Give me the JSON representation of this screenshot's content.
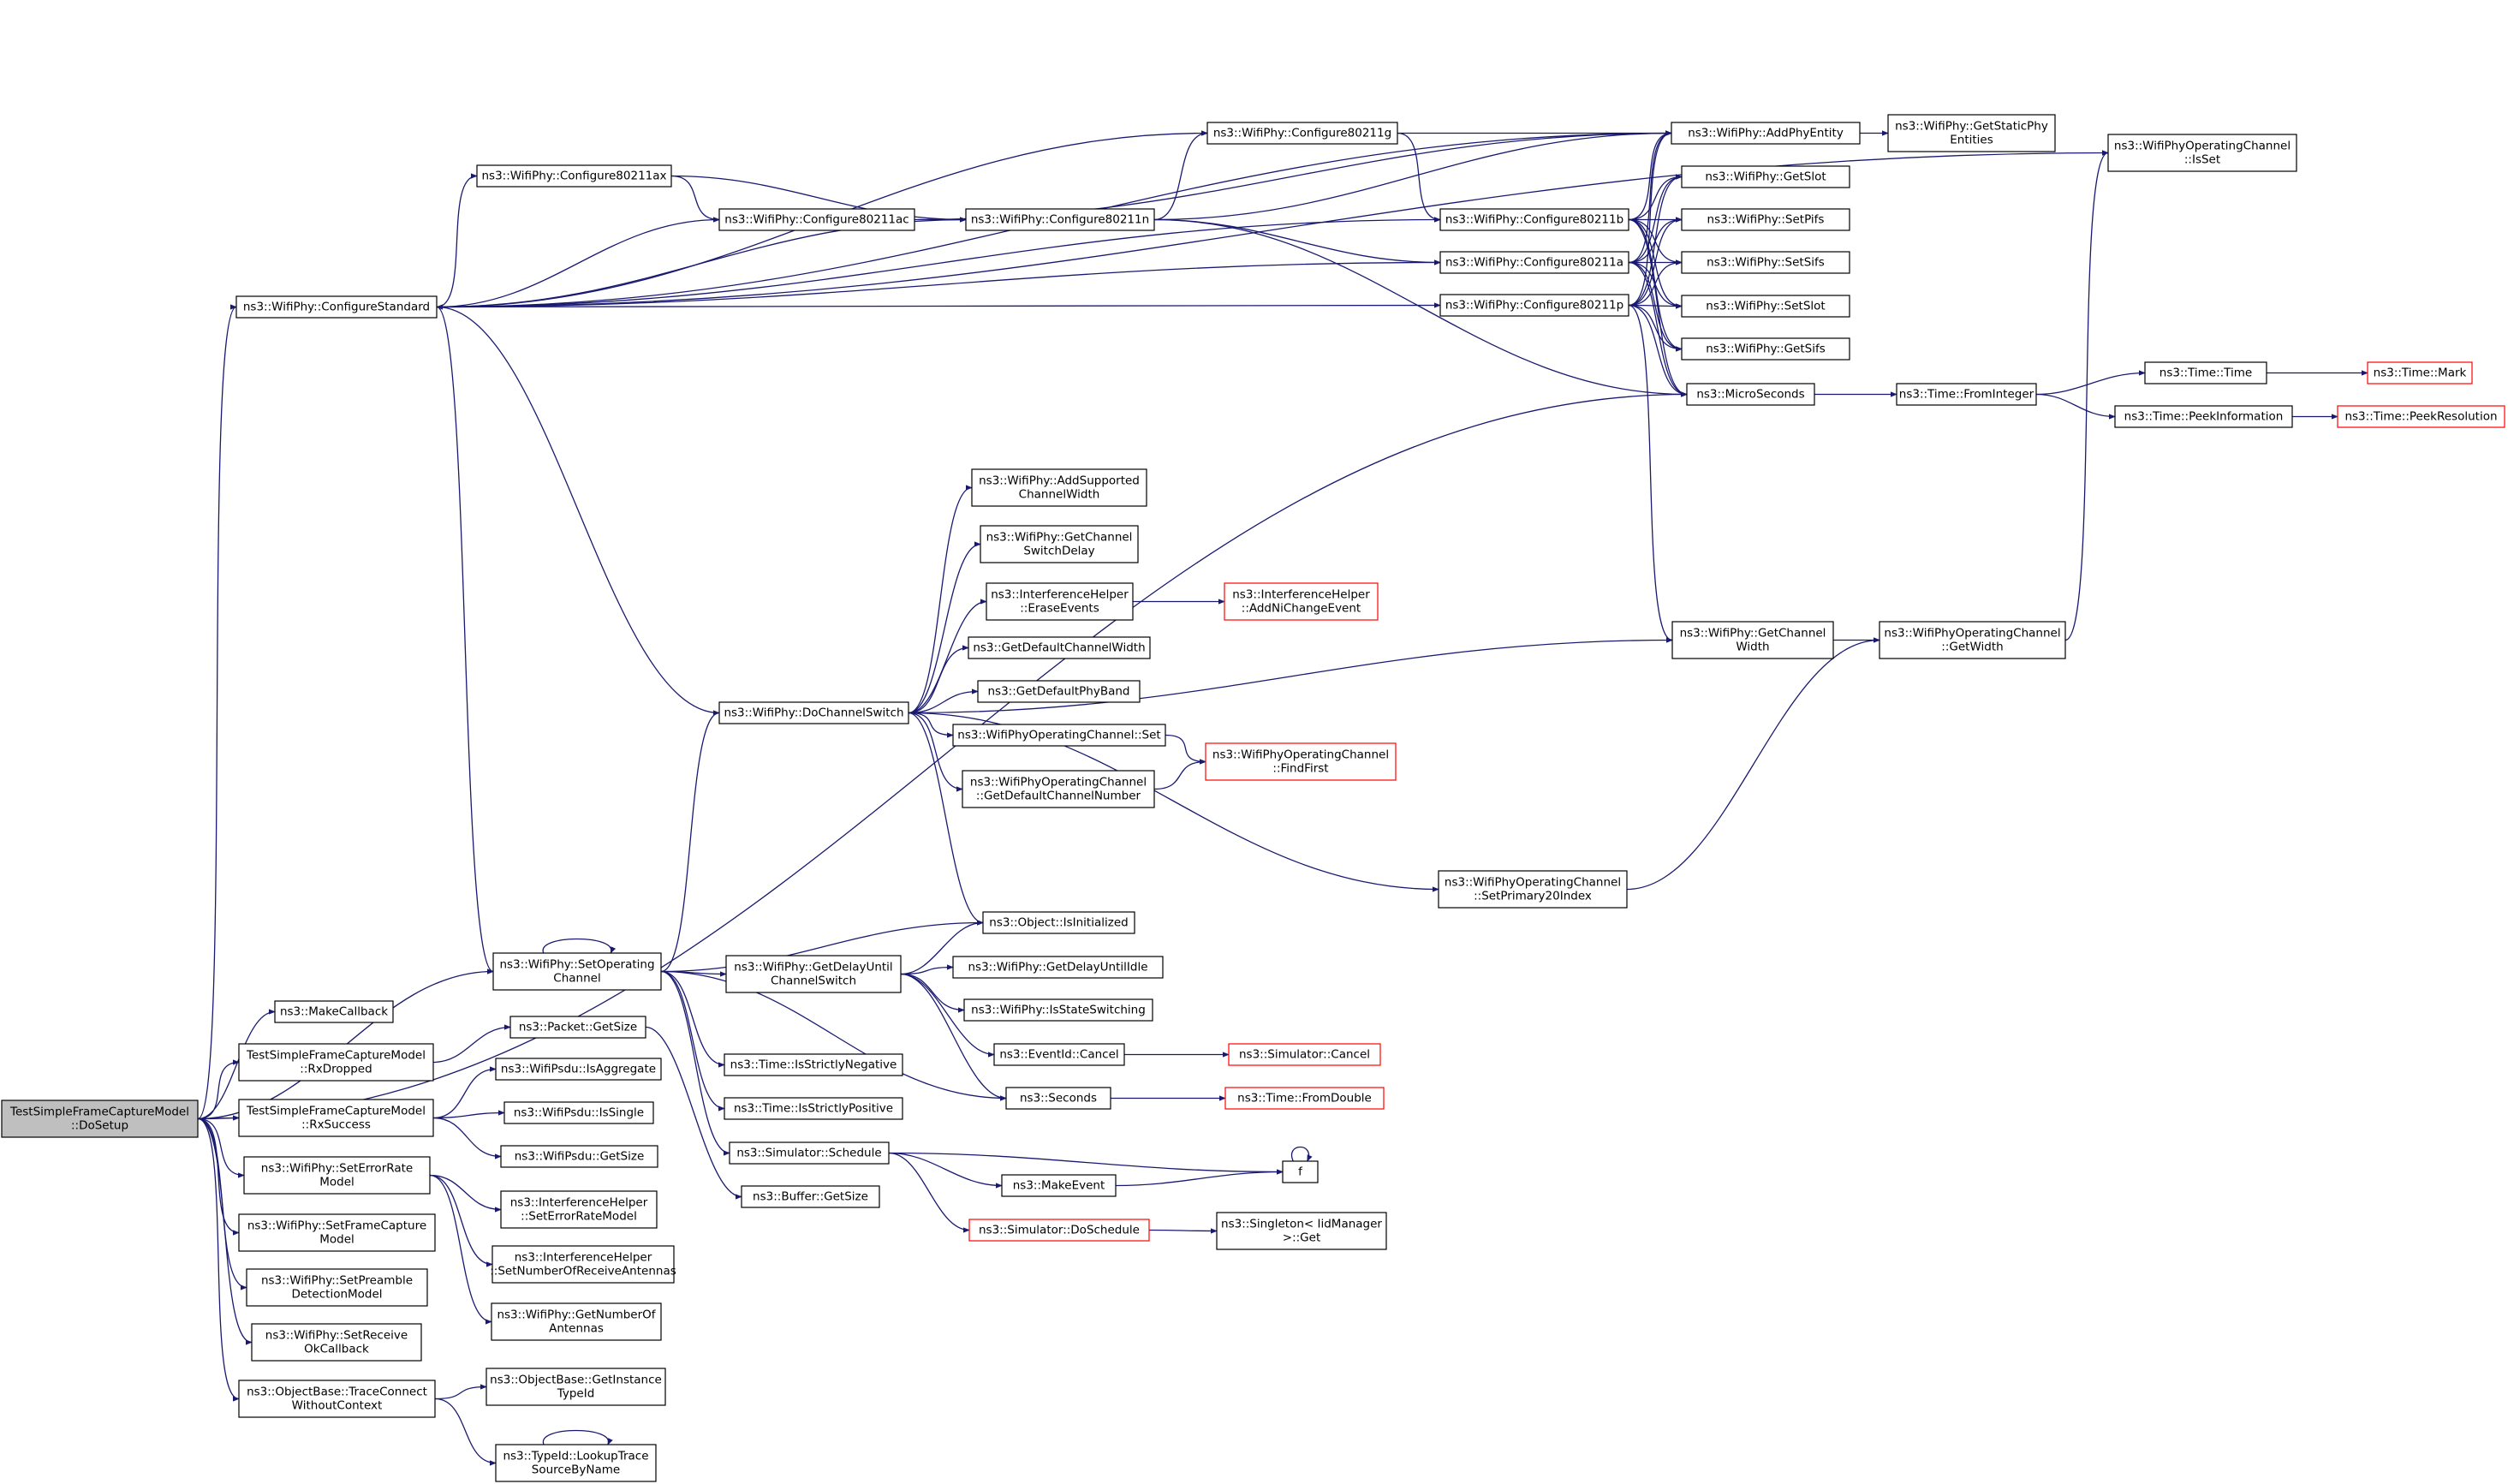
{
  "graph": {
    "colors": {
      "edge": "#191970",
      "border": "#000000",
      "red_border": "#ff0000",
      "root_fill": "#bfbfbf"
    },
    "nodes": [
      {
        "id": "root",
        "lines": [
          "TestSimpleFrameCaptureModel",
          "::DoSetup"
        ],
        "style": "root"
      },
      {
        "id": "configureStandard",
        "lines": [
          "ns3::WifiPhy::ConfigureStandard"
        ]
      },
      {
        "id": "cfg80211ax",
        "lines": [
          "ns3::WifiPhy::Configure80211ax"
        ]
      },
      {
        "id": "cfg80211ac",
        "lines": [
          "ns3::WifiPhy::Configure80211ac"
        ]
      },
      {
        "id": "cfg80211n",
        "lines": [
          "ns3::WifiPhy::Configure80211n"
        ]
      },
      {
        "id": "cfg80211g",
        "lines": [
          "ns3::WifiPhy::Configure80211g"
        ]
      },
      {
        "id": "cfg80211b",
        "lines": [
          "ns3::WifiPhy::Configure80211b"
        ]
      },
      {
        "id": "cfg80211a",
        "lines": [
          "ns3::WifiPhy::Configure80211a"
        ]
      },
      {
        "id": "cfg80211p",
        "lines": [
          "ns3::WifiPhy::Configure80211p"
        ]
      },
      {
        "id": "addPhyEntity",
        "lines": [
          "ns3::WifiPhy::AddPhyEntity"
        ]
      },
      {
        "id": "getStaticPhy",
        "lines": [
          "ns3::WifiPhy::GetStaticPhy",
          "Entities"
        ]
      },
      {
        "id": "getSlot",
        "lines": [
          "ns3::WifiPhy::GetSlot"
        ]
      },
      {
        "id": "setPifs",
        "lines": [
          "ns3::WifiPhy::SetPifs"
        ]
      },
      {
        "id": "setSifs",
        "lines": [
          "ns3::WifiPhy::SetSifs"
        ]
      },
      {
        "id": "setSlot",
        "lines": [
          "ns3::WifiPhy::SetSlot"
        ]
      },
      {
        "id": "getSifs",
        "lines": [
          "ns3::WifiPhy::GetSifs"
        ]
      },
      {
        "id": "microSeconds",
        "lines": [
          "ns3::MicroSeconds"
        ]
      },
      {
        "id": "fromInteger",
        "lines": [
          "ns3::Time::FromInteger"
        ]
      },
      {
        "id": "timeTime",
        "lines": [
          "ns3::Time::Time"
        ]
      },
      {
        "id": "timeMark",
        "lines": [
          "ns3::Time::Mark"
        ],
        "style": "red"
      },
      {
        "id": "peekInfo",
        "lines": [
          "ns3::Time::PeekInformation"
        ]
      },
      {
        "id": "peekRes",
        "lines": [
          "ns3::Time::PeekResolution"
        ],
        "style": "red"
      },
      {
        "id": "opChIsSet",
        "lines": [
          "ns3::WifiPhyOperatingChannel",
          "::IsSet"
        ]
      },
      {
        "id": "getChannelWidth",
        "lines": [
          "ns3::WifiPhy::GetChannel",
          "Width"
        ]
      },
      {
        "id": "opChGetWidth",
        "lines": [
          "ns3::WifiPhyOperatingChannel",
          "::GetWidth"
        ]
      },
      {
        "id": "addSupportedCW",
        "lines": [
          "ns3::WifiPhy::AddSupported",
          "ChannelWidth"
        ]
      },
      {
        "id": "getChSwitchDelay",
        "lines": [
          "ns3::WifiPhy::GetChannel",
          "SwitchDelay"
        ]
      },
      {
        "id": "eraseEvents",
        "lines": [
          "ns3::InterferenceHelper",
          "::EraseEvents"
        ]
      },
      {
        "id": "addNiChange",
        "lines": [
          "ns3::InterferenceHelper",
          "::AddNiChangeEvent"
        ],
        "style": "red"
      },
      {
        "id": "getDefCW",
        "lines": [
          "ns3::GetDefaultChannelWidth"
        ]
      },
      {
        "id": "getDefPhyBand",
        "lines": [
          "ns3::GetDefaultPhyBand"
        ]
      },
      {
        "id": "doChannelSwitch",
        "lines": [
          "ns3::WifiPhy::DoChannelSwitch"
        ]
      },
      {
        "id": "opChSet",
        "lines": [
          "ns3::WifiPhyOperatingChannel::Set"
        ]
      },
      {
        "id": "findFirst",
        "lines": [
          "ns3::WifiPhyOperatingChannel",
          "::FindFirst"
        ],
        "style": "red"
      },
      {
        "id": "getDefChNum",
        "lines": [
          "ns3::WifiPhyOperatingChannel",
          "::GetDefaultChannelNumber"
        ]
      },
      {
        "id": "setPrimary20",
        "lines": [
          "ns3::WifiPhyOperatingChannel",
          "::SetPrimary20Index"
        ]
      },
      {
        "id": "setOpChannel",
        "lines": [
          "ns3::WifiPhy::SetOperating",
          "Channel"
        ]
      },
      {
        "id": "isInitialized",
        "lines": [
          "ns3::Object::IsInitialized"
        ]
      },
      {
        "id": "getDelayUntilCS",
        "lines": [
          "ns3::WifiPhy::GetDelayUntil",
          "ChannelSwitch"
        ]
      },
      {
        "id": "getDelayUntilIdle",
        "lines": [
          "ns3::WifiPhy::GetDelayUntilIdle"
        ]
      },
      {
        "id": "isStateSwitching",
        "lines": [
          "ns3::WifiPhy::IsStateSwitching"
        ]
      },
      {
        "id": "eventIdCancel",
        "lines": [
          "ns3::EventId::Cancel"
        ]
      },
      {
        "id": "simCancel",
        "lines": [
          "ns3::Simulator::Cancel"
        ],
        "style": "red"
      },
      {
        "id": "seconds",
        "lines": [
          "ns3::Seconds"
        ]
      },
      {
        "id": "fromDouble",
        "lines": [
          "ns3::Time::FromDouble"
        ],
        "style": "red"
      },
      {
        "id": "makeCallback",
        "lines": [
          "ns3::MakeCallback"
        ]
      },
      {
        "id": "rxDropped",
        "lines": [
          "TestSimpleFrameCaptureModel",
          "::RxDropped"
        ]
      },
      {
        "id": "packetGetSize",
        "lines": [
          "ns3::Packet::GetSize"
        ]
      },
      {
        "id": "isStrictlyNeg",
        "lines": [
          "ns3::Time::IsStrictlyNegative"
        ]
      },
      {
        "id": "rxSuccess",
        "lines": [
          "TestSimpleFrameCaptureModel",
          "::RxSuccess"
        ]
      },
      {
        "id": "isAggregate",
        "lines": [
          "ns3::WifiPsdu::IsAggregate"
        ]
      },
      {
        "id": "isSingle",
        "lines": [
          "ns3::WifiPsdu::IsSingle"
        ]
      },
      {
        "id": "isStrictlyPos",
        "lines": [
          "ns3::Time::IsStrictlyPositive"
        ]
      },
      {
        "id": "psduGetSize",
        "lines": [
          "ns3::WifiPsdu::GetSize"
        ]
      },
      {
        "id": "simSchedule",
        "lines": [
          "ns3::Simulator::Schedule"
        ]
      },
      {
        "id": "f",
        "lines": [
          "f"
        ]
      },
      {
        "id": "makeEvent",
        "lines": [
          "ns3::MakeEvent"
        ]
      },
      {
        "id": "setErrorRate",
        "lines": [
          "ns3::WifiPhy::SetErrorRate",
          "Model"
        ]
      },
      {
        "id": "bufferGetSize",
        "lines": [
          "ns3::Buffer::GetSize"
        ]
      },
      {
        "id": "ihSetErrorRate",
        "lines": [
          "ns3::InterferenceHelper",
          "::SetErrorRateModel"
        ]
      },
      {
        "id": "simDoSchedule",
        "lines": [
          "ns3::Simulator::DoSchedule"
        ],
        "style": "red"
      },
      {
        "id": "singletonGet",
        "lines": [
          "ns3::Singleton< IidManager",
          ">::Get"
        ]
      },
      {
        "id": "setFrameCapture",
        "lines": [
          "ns3::WifiPhy::SetFrameCapture",
          "Model"
        ]
      },
      {
        "id": "ihSetNumRx",
        "lines": [
          "ns3::InterferenceHelper",
          "::SetNumberOfReceiveAntennas"
        ]
      },
      {
        "id": "setPreamble",
        "lines": [
          "ns3::WifiPhy::SetPreamble",
          "DetectionModel"
        ]
      },
      {
        "id": "getNumAntennas",
        "lines": [
          "ns3::WifiPhy::GetNumberOf",
          "Antennas"
        ]
      },
      {
        "id": "setReceiveOk",
        "lines": [
          "ns3::WifiPhy::SetReceive",
          "OkCallback"
        ]
      },
      {
        "id": "traceConnect",
        "lines": [
          "ns3::ObjectBase::TraceConnect",
          "WithoutContext"
        ]
      },
      {
        "id": "getInstanceTypeId",
        "lines": [
          "ns3::ObjectBase::GetInstance",
          "TypeId"
        ]
      },
      {
        "id": "lookupTrace",
        "lines": [
          "ns3::TypeId::LookupTrace",
          "SourceByName"
        ]
      }
    ]
  }
}
